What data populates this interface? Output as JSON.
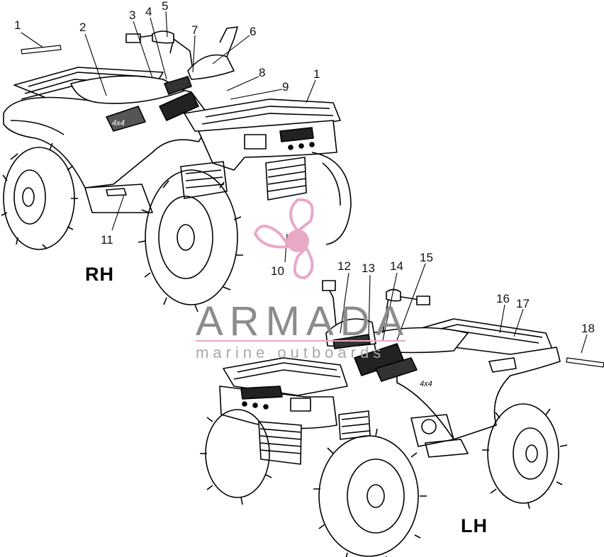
{
  "views": {
    "rh": {
      "label": "RH"
    },
    "lh": {
      "label": "LH"
    }
  },
  "callouts": [
    "1",
    "2",
    "3",
    "4",
    "5",
    "7",
    "6",
    "8",
    "9",
    "1",
    "11",
    "10",
    "12",
    "13",
    "14",
    "15",
    "16",
    "17",
    "18"
  ],
  "watermark": {
    "brand": "ARMADA",
    "tagline": "marine outboards",
    "color": "#e8a9c8"
  },
  "colors": {
    "ink": "#000000",
    "watermark_gray": "#8c8c8c"
  }
}
